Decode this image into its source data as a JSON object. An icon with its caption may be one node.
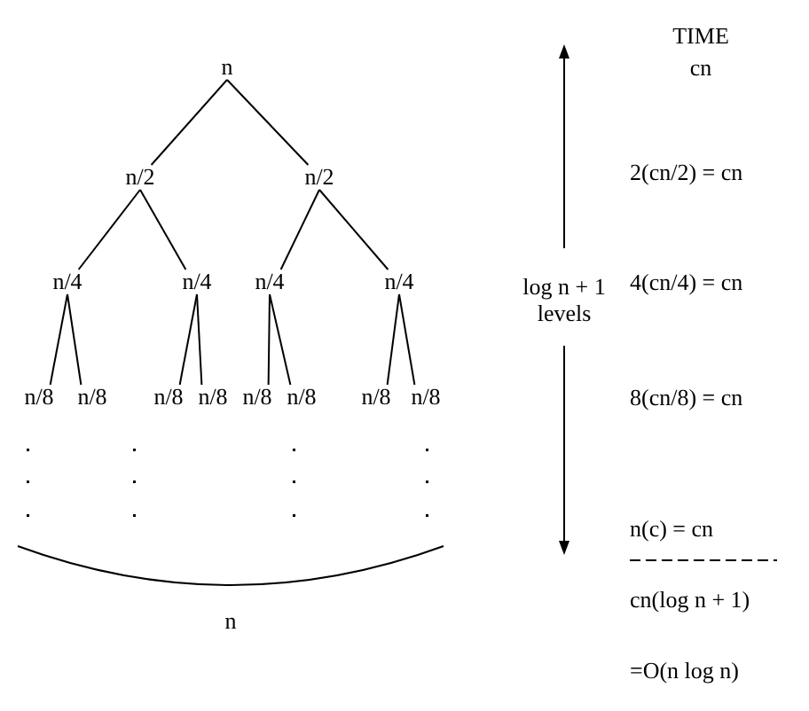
{
  "diagram": {
    "nodes": [
      {
        "text": [
          "n"
        ]
      },
      {
        "text": [
          "n/2"
        ]
      },
      {
        "text": [
          "n/2"
        ]
      },
      {
        "text": [
          "n/4"
        ]
      },
      {
        "text": [
          "n/4"
        ]
      },
      {
        "text": [
          "n/4"
        ]
      },
      {
        "text": [
          "n/4"
        ]
      },
      {
        "text": [
          "n/8"
        ]
      },
      {
        "text": [
          "n/8"
        ]
      },
      {
        "text": [
          "n/8"
        ]
      },
      {
        "text": [
          "n/8"
        ]
      },
      {
        "text": [
          "n/8"
        ]
      },
      {
        "text": [
          "n/8"
        ]
      },
      {
        "text": [
          "n/8"
        ]
      },
      {
        "text": [
          "n/8"
        ]
      }
    ],
    "edges": [
      {
        "from": 0,
        "to": 1,
        "arrow": "none"
      },
      {
        "from": 0,
        "to": 2,
        "arrow": "none"
      },
      {
        "from": 1,
        "to": 3,
        "arrow": "none"
      },
      {
        "from": 1,
        "to": 4,
        "arrow": "none"
      },
      {
        "from": 2,
        "to": 5,
        "arrow": "none"
      },
      {
        "from": 2,
        "to": 6,
        "arrow": "none"
      },
      {
        "from": 3,
        "to": 7,
        "arrow": "none"
      },
      {
        "from": 3,
        "to": 8,
        "arrow": "none"
      },
      {
        "from": 4,
        "to": 9,
        "arrow": "none"
      },
      {
        "from": 4,
        "to": 10,
        "arrow": "none"
      },
      {
        "from": 5,
        "to": 11,
        "arrow": "none"
      },
      {
        "from": 5,
        "to": 12,
        "arrow": "none"
      },
      {
        "from": 6,
        "to": 13,
        "arrow": "none"
      },
      {
        "from": 6,
        "to": 14,
        "arrow": "none"
      }
    ],
    "labels": [
      "n",
      "TIME",
      "cn",
      "2(cn/2) = cn",
      "log n + 1 levels",
      "4(cn/4) = cn",
      "8(cn/8) = cn",
      "n(c) = cn",
      "cn(log n + 1)",
      "=O(n log n)"
    ]
  }
}
